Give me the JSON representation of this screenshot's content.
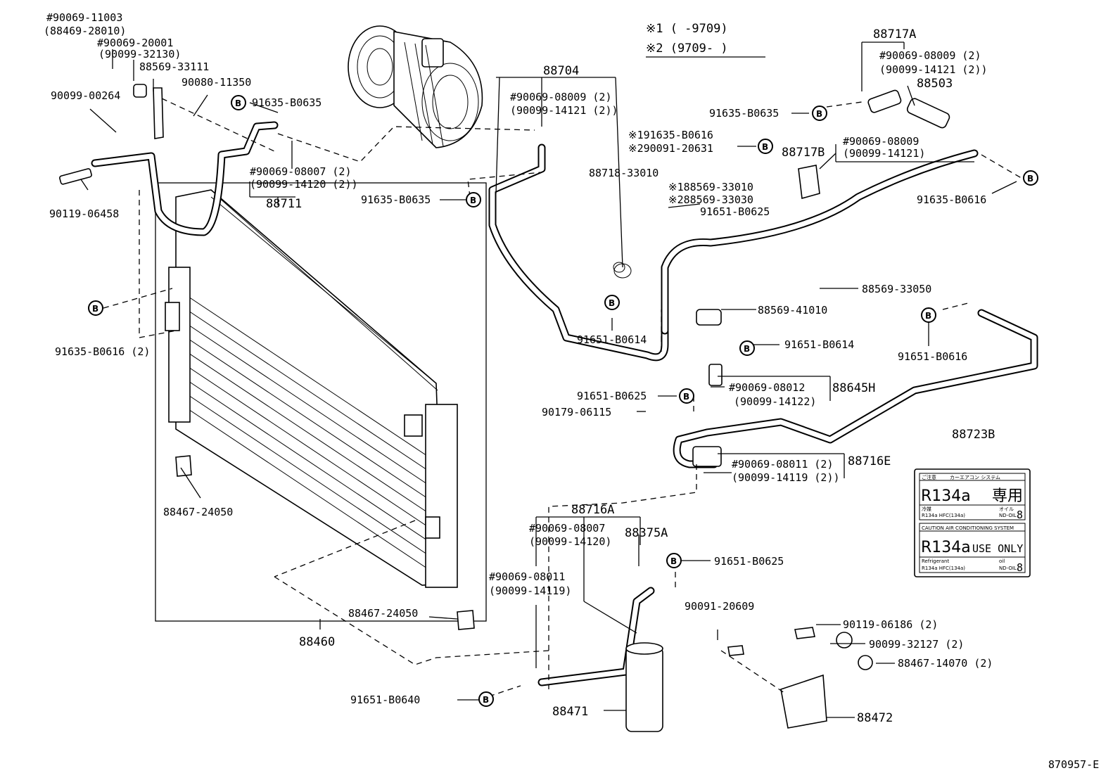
{
  "figure_code": "870957-E",
  "legend": {
    "note1": "※1  (      -9709)",
    "note2": "※2  (9709-      )"
  },
  "labels": {
    "l01": "#90069-11003",
    "l02": "(88469-28010)",
    "l03": "#90069-20001",
    "l04": "(90099-32130)",
    "l05": "88569-33111",
    "l06": "90080-11350",
    "l07": "90099-00264",
    "l08": "91635-B0635",
    "l09": "#90069-08007 (2)",
    "l10": "(90099-14120 (2))",
    "l11": "88711",
    "l12": "90119-06458",
    "l13": "88704",
    "l14": "#90069-08009 (2)",
    "l15": "(90099-14121 (2))",
    "l16": "※191635-B0616",
    "l17": "※290091-20631",
    "l18": "88718-33010",
    "l19": "91635-B0635",
    "l20": "※188569-33010",
    "l21": "※288569-33030",
    "l22": "91651-B0625",
    "l23": "88717A",
    "l24": "#90069-08009 (2)",
    "l25": "(90099-14121 (2))",
    "l26": "88503",
    "l27": "91635-B0635",
    "l28": "88717B",
    "l29": "#90069-08009",
    "l30": "(90099-14121)",
    "l31": "91635-B0616",
    "l32": "91635-B0616 (2)",
    "l33": "88569-33050",
    "l34": "88569-41010",
    "l35": "91651-B0614",
    "l36": "91651-B0614",
    "l37": "91651-B0616",
    "l38": "91651-B0625",
    "l39": "#90069-08012",
    "l40": "(90099-14122)",
    "l41": "88645H",
    "l42": "90179-06115",
    "l43": "#90069-08011 (2)",
    "l44": "(90099-14119 (2))",
    "l45": "88716E",
    "l46": "88723B",
    "l47": "88467-24050",
    "l48": "88716A",
    "l49": "#90069-08007",
    "l50": "(90099-14120)",
    "l51": "88375A",
    "l52": "91651-B0625",
    "l53": "#90069-08011",
    "l54": "(90099-14119)",
    "l55": "88467-24050",
    "l56": "88460",
    "l57": "90091-20609",
    "l58": "90119-06186 (2)",
    "l59": "90099-32127 (2)",
    "l60": "88467-14070 (2)",
    "l61": "91651-B0640",
    "l62": "88471",
    "l63": "88472"
  },
  "bolt_marker": "B",
  "decal": {
    "top_header_a": "ご注意",
    "top_header_b": "カーエアコン システム",
    "top_big": "R134a",
    "top_big_jp": "専用",
    "top_small_a": "冷媒",
    "top_small_b": "R134a HFC(134a)",
    "top_small_c": "ND-OIL",
    "top_small_d": "オイル",
    "top_small_e": "8",
    "mid_header": "CAUTION  AIR CONDITIONING SYSTEM",
    "bottom_big": "R134a",
    "bottom_big_b": "USE ONLY",
    "bottom_small_a": "Refrigerant",
    "bottom_small_b": "R134a HFC(134a)",
    "bottom_small_c": "oil",
    "bottom_small_d": "ND-OIL",
    "bottom_small_e": "8"
  }
}
